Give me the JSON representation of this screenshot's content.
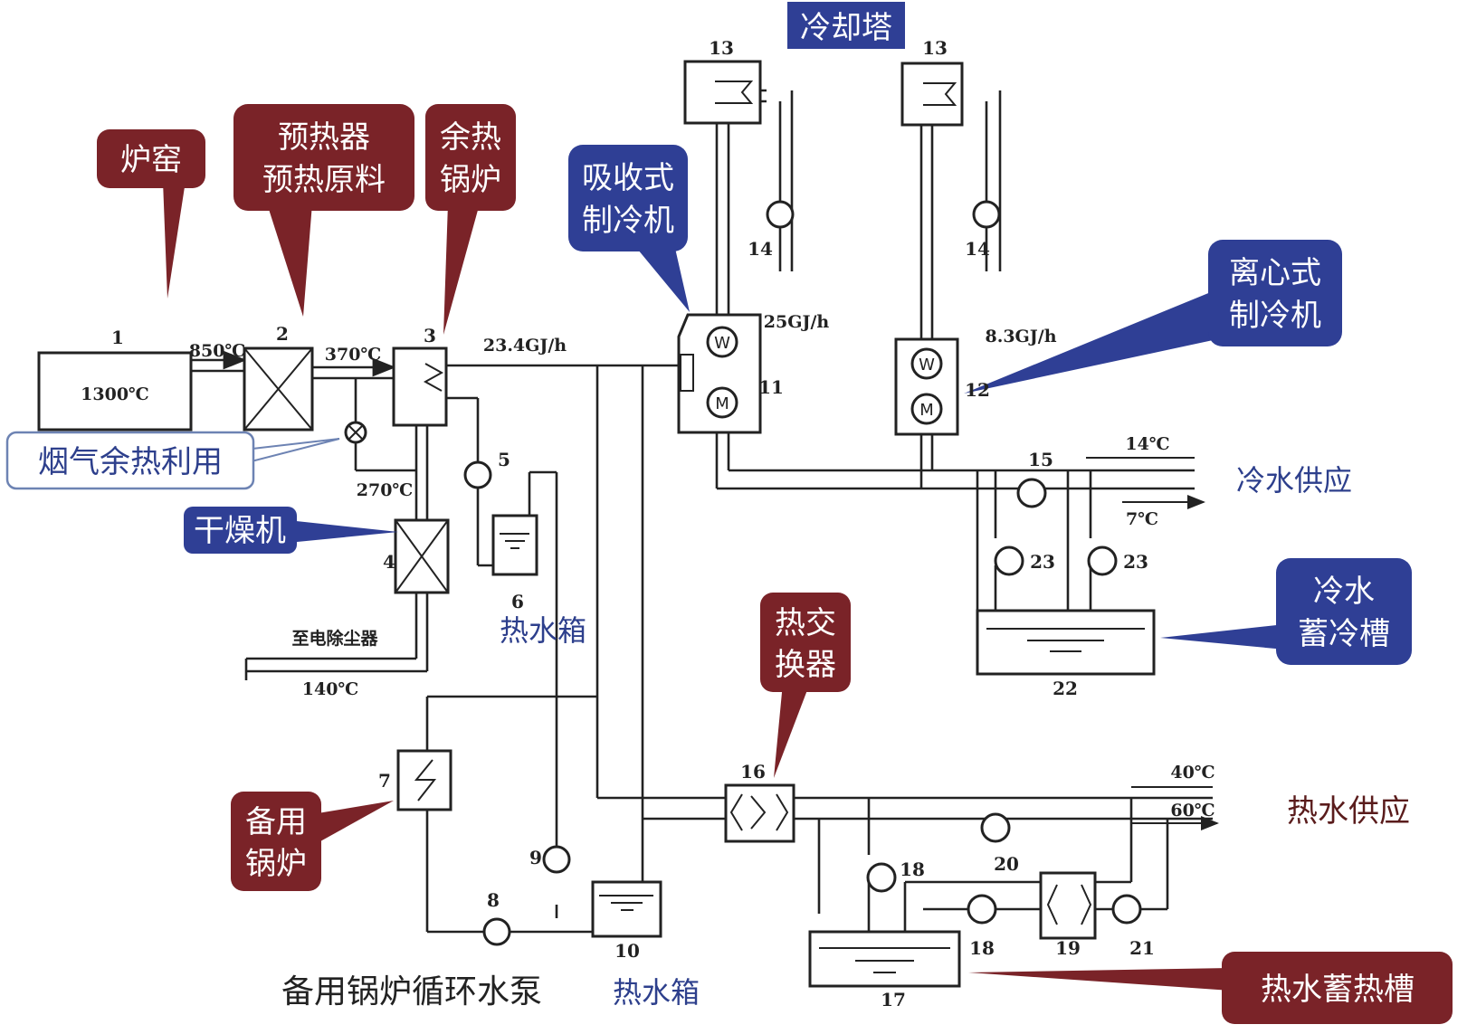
{
  "colors": {
    "red": "#7a2328",
    "blue": "#2f3f95",
    "line": "#222222"
  },
  "callouts": {
    "furnace": "炉窑",
    "preheater_l1": "预热器",
    "preheater_l2": "预热原料",
    "whb_l1": "余热",
    "whb_l2": "锅炉",
    "absorption_l1": "吸收式",
    "absorption_l2": "制冷机",
    "cooling_tower": "冷却塔",
    "centrifugal_l1": "离心式",
    "centrifugal_l2": "制冷机",
    "flue_gas": "烟气余热利用",
    "dryer": "干燥机",
    "cold_tank_l1": "冷水",
    "cold_tank_l2": "蓄冷槽",
    "heat_exchanger_l1": "热交",
    "heat_exchanger_l2": "换器",
    "backup_boiler_l1": "备用",
    "backup_boiler_l2": "锅炉",
    "hot_tank_storage": "热水蓄热槽"
  },
  "labels": {
    "hot_water_tank_6": "热水箱",
    "backup_pump": "备用锅炉循环水泵",
    "hot_water_tank_10": "热水箱",
    "cold_water_supply": "冷水供应",
    "hot_water_supply": "热水供应",
    "to_precipitator": "至电除尘器"
  },
  "temps": {
    "furnace": "1300℃",
    "t850": "850℃",
    "t370": "370℃",
    "t270": "270℃",
    "t140": "140℃",
    "t14": "14℃",
    "t7": "7℃",
    "t40": "40℃",
    "t60": "60℃"
  },
  "loads": {
    "whb": "23.4GJ/h",
    "absorption": "25GJ/h",
    "centrifugal": "8.3GJ/h"
  },
  "numbers": {
    "n1": "1",
    "n2": "2",
    "n3": "3",
    "n4": "4",
    "n5": "5",
    "n6": "6",
    "n7": "7",
    "n8": "8",
    "n9": "9",
    "n10": "10",
    "n11": "11",
    "n12": "12",
    "n13a": "13",
    "n13b": "13",
    "n14a": "14",
    "n14b": "14",
    "n15": "15",
    "n16": "16",
    "n17": "17",
    "n18a": "18",
    "n18b": "18",
    "n19": "19",
    "n20": "20",
    "n21": "21",
    "n22": "22",
    "n23a": "23",
    "n23b": "23"
  }
}
